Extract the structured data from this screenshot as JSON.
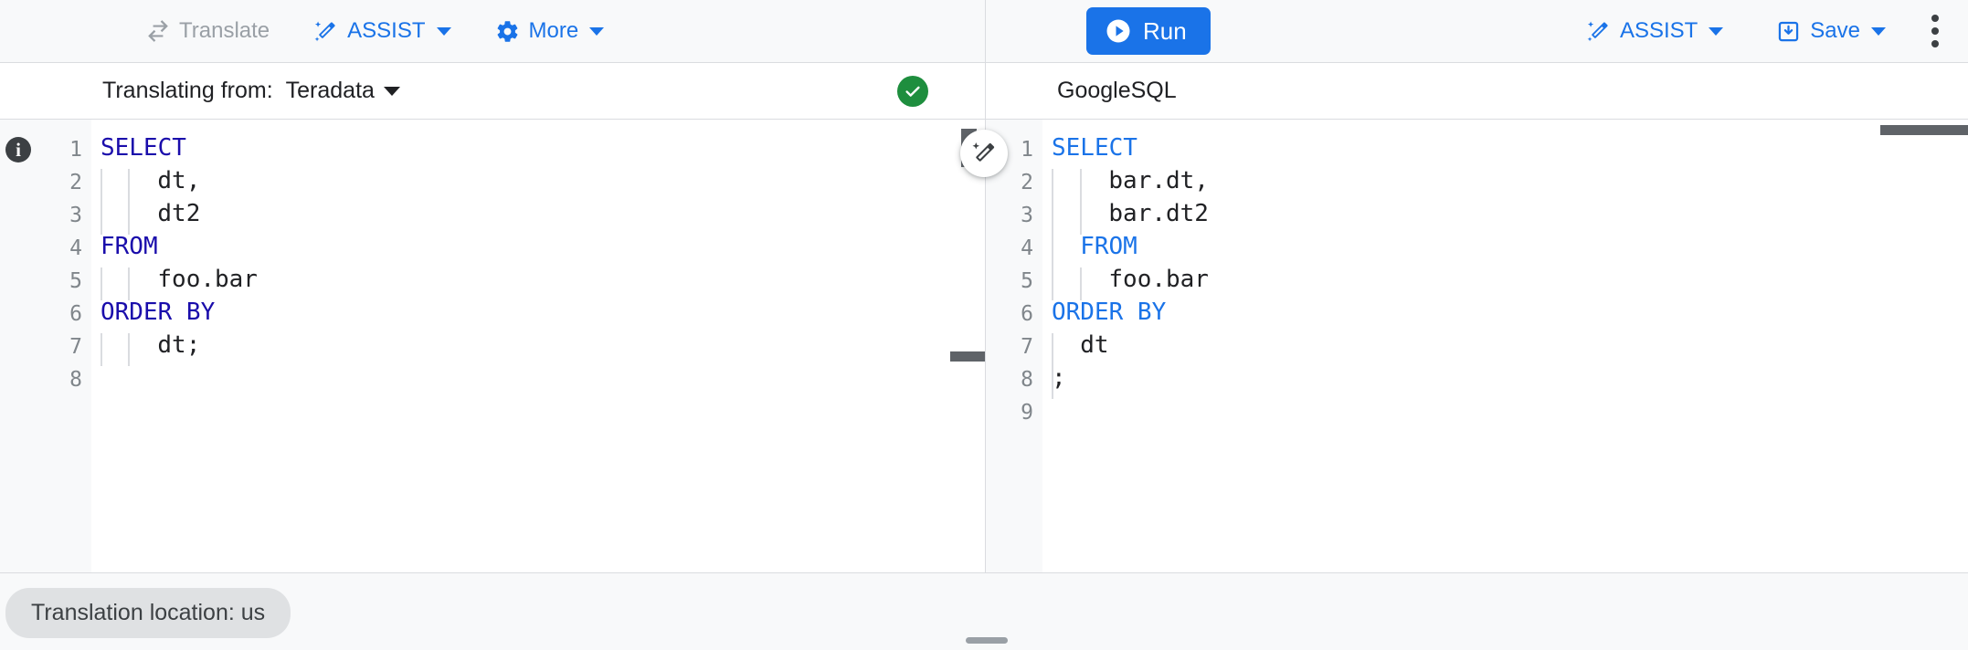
{
  "toolbar": {
    "left": {
      "translate_label": "Translate",
      "translate_icon": "swap-horizontal-icon",
      "assist_label": "ASSIST",
      "assist_icon": "magic-wand-icon",
      "more_label": "More",
      "more_icon": "gear-icon"
    },
    "right": {
      "run_label": "Run",
      "run_icon": "play-circle-icon",
      "assist_label": "ASSIST",
      "assist_icon": "magic-wand-icon",
      "save_label": "Save",
      "save_icon": "save-download-icon",
      "overflow_icon": "more-vert-icon"
    },
    "accent_color": "#1a73e8",
    "disabled_color": "#9aa0a6"
  },
  "source_pane": {
    "lang_label": "Translating from:",
    "lang_value": "Teradata",
    "status_icon": "check-circle-icon",
    "status_color": "#1e8e3e",
    "info_icon": "info-icon",
    "line_numbers": [
      "1",
      "2",
      "3",
      "4",
      "5",
      "6",
      "7",
      "8"
    ],
    "lines": [
      {
        "text": "SELECT",
        "keyword": true,
        "indent": 0,
        "error": true
      },
      {
        "text": "dt,",
        "keyword": false,
        "indent": 2
      },
      {
        "text": "dt2",
        "keyword": false,
        "indent": 2
      },
      {
        "text": "FROM",
        "keyword": true,
        "indent": 0
      },
      {
        "text": "foo.bar",
        "keyword": false,
        "indent": 2
      },
      {
        "text": "ORDER BY",
        "keyword": true,
        "indent": 0
      },
      {
        "text": "dt;",
        "keyword": false,
        "indent": 2
      },
      {
        "text": "",
        "keyword": false,
        "indent": 0
      }
    ]
  },
  "target_pane": {
    "lang_value": "GoogleSQL",
    "line_numbers": [
      "1",
      "2",
      "3",
      "4",
      "5",
      "6",
      "7",
      "8",
      "9"
    ],
    "lines": [
      {
        "text": "SELECT",
        "keyword": true,
        "indent": 0
      },
      {
        "text": "bar.dt,",
        "keyword": false,
        "indent": 2
      },
      {
        "text": "bar.dt2",
        "keyword": false,
        "indent": 2
      },
      {
        "text": "FROM",
        "keyword": true,
        "indent": 1
      },
      {
        "text": "foo.bar",
        "keyword": false,
        "indent": 2
      },
      {
        "text": "ORDER BY",
        "keyword": true,
        "indent": 0
      },
      {
        "text": "dt",
        "keyword": false,
        "indent": 1
      },
      {
        "text": ";",
        "keyword": false,
        "indent": 0
      },
      {
        "text": "",
        "keyword": false,
        "indent": 0
      }
    ]
  },
  "splitter": {
    "ai_edit_icon": "magic-wand-edit-icon",
    "drag_handle_icon": "horizontal-drag-handle-icon"
  },
  "status_bar": {
    "location_label": "Translation location: us"
  }
}
